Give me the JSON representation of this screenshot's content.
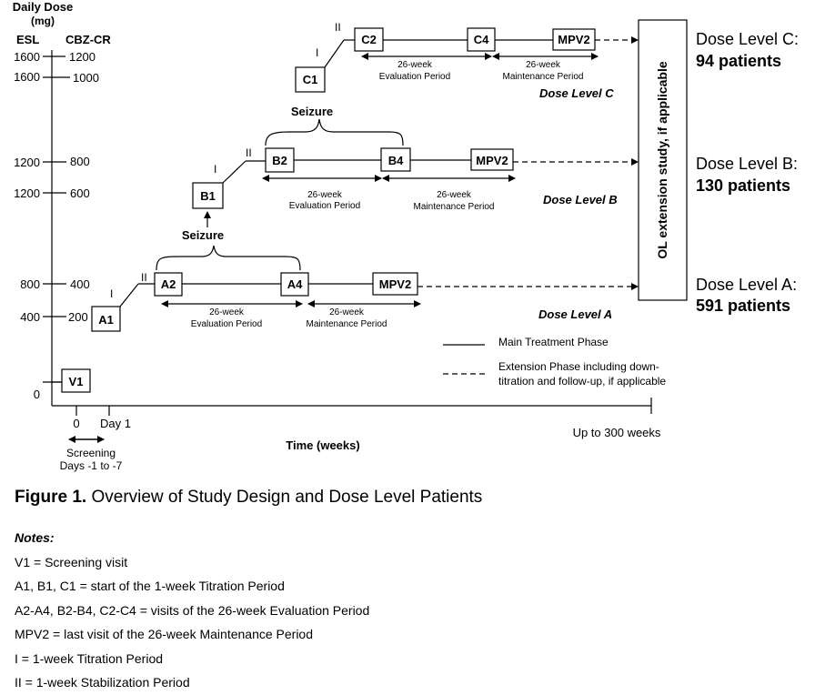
{
  "axis": {
    "y_title_line1": "Daily Dose",
    "y_title_line2": "(mg)",
    "col_esl": "ESL",
    "col_cbz": "CBZ-CR",
    "ticks": [
      {
        "esl": "1600",
        "cbz": "1200"
      },
      {
        "esl": "1600",
        "cbz": "1000"
      },
      {
        "esl": "1200",
        "cbz": "800"
      },
      {
        "esl": "1200",
        "cbz": "600"
      },
      {
        "esl": "800",
        "cbz": "400"
      },
      {
        "esl": "400",
        "cbz": "200"
      },
      {
        "esl": "0",
        "cbz": ""
      }
    ],
    "x_title": "Time (weeks)",
    "x_zero": "0",
    "x_day1": "Day 1",
    "x_end": "Up to 300 weeks",
    "screening_line1": "Screening",
    "screening_line2": "Days -1 to -7"
  },
  "visits": {
    "v1": "V1",
    "a1": "A1",
    "a2": "A2",
    "a4": "A4",
    "a_mpv2": "MPV2",
    "b1": "B1",
    "b2": "B2",
    "b4": "B4",
    "b_mpv2": "MPV2",
    "c1": "C1",
    "c2": "C2",
    "c4": "C4",
    "c_mpv2": "MPV2"
  },
  "periods": {
    "titration": "I",
    "stabilization": "II",
    "eval_line1": "26-week",
    "eval_line2": "Evaluation Period",
    "maint_line1": "26-week",
    "maint_line2": "Maintenance Period",
    "seizure": "Seizure"
  },
  "dose_levels": {
    "a_label": "Dose Level A",
    "b_label": "Dose Level B",
    "c_label": "Dose Level C",
    "a_side_line1": "Dose Level A:",
    "a_side_line2": "591 patients",
    "b_side_line1": "Dose Level B:",
    "b_side_line2": "130 patients",
    "c_side_line1": "Dose Level C:",
    "c_side_line2": "94 patients"
  },
  "extension_box": "OL extension study, if applicable",
  "legend": {
    "solid": "Main Treatment Phase",
    "dashed_line1": "Extension Phase including down-",
    "dashed_line2": "titration and follow-up, if applicable"
  },
  "figure": {
    "label": "Figure 1.",
    "title": "Overview of Study Design and Dose Level Patients"
  },
  "notes": {
    "title": "Notes:",
    "items": [
      "V1 = Screening visit",
      "A1, B1, C1 = start of the 1-week Titration Period",
      "A2-A4, B2-B4, C2-C4 = visits of the 26-week Evaluation Period",
      "MPV2 = last visit of the 26-week Maintenance Period",
      "I = 1-week Titration Period",
      "II = 1-week Stabilization Period"
    ]
  }
}
